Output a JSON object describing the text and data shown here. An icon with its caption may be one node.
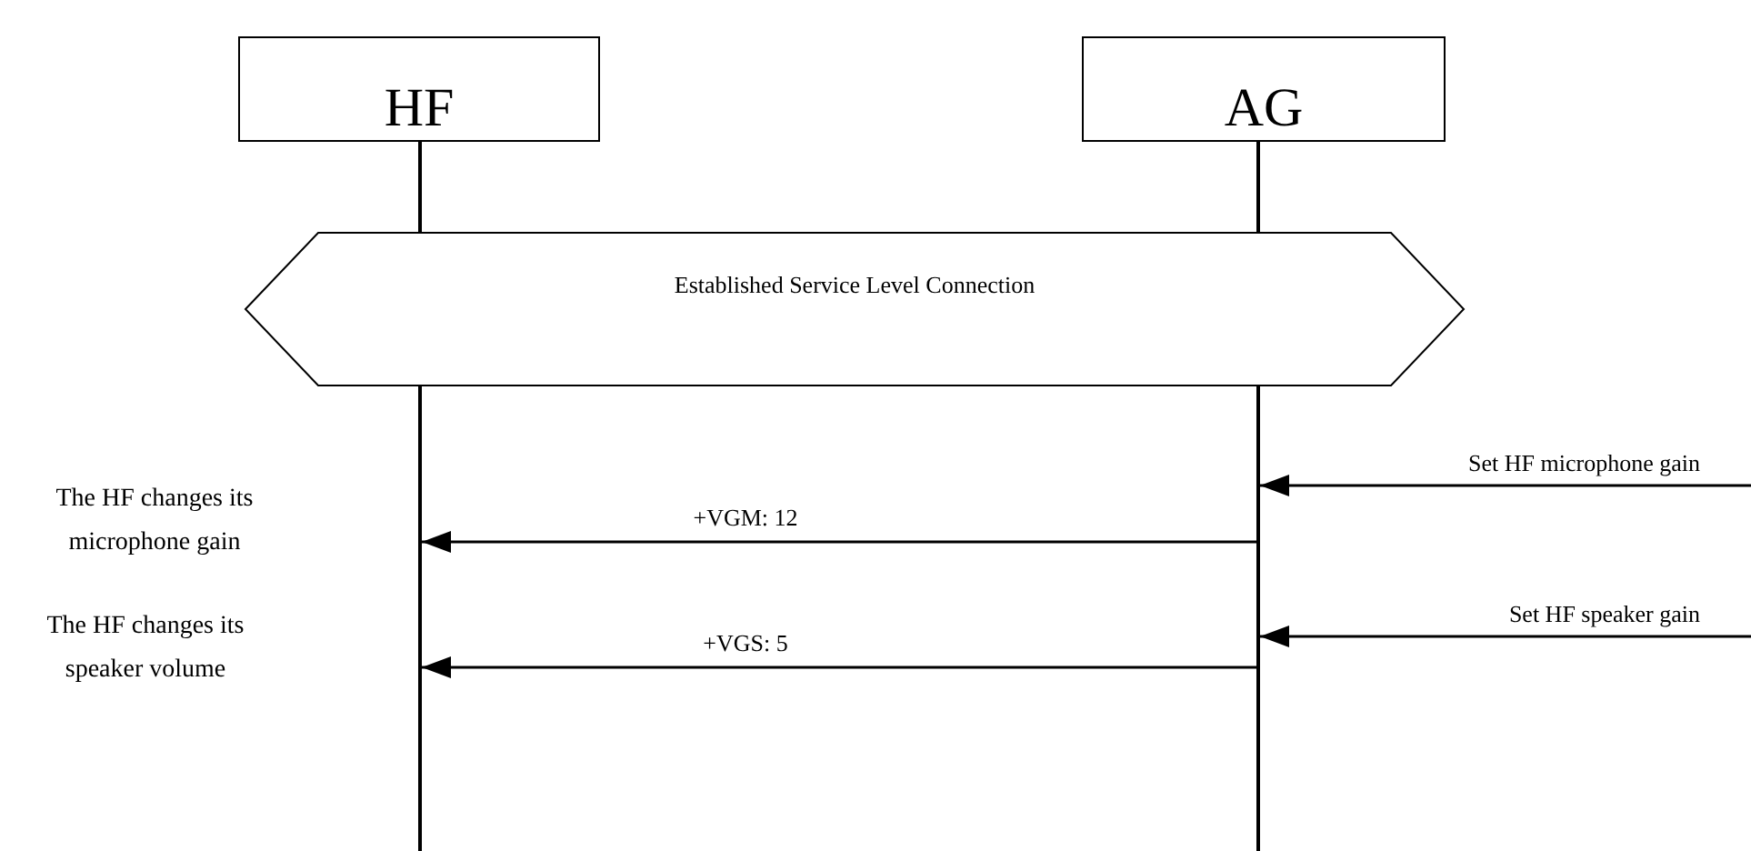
{
  "diagram": {
    "nodes": [
      {
        "text": [
          "HF"
        ]
      },
      {
        "text": [
          "AG"
        ]
      },
      {
        "text": [
          "Established Service Level Connection"
        ]
      },
      {
        "text": [],
        "shape": "bar"
      },
      {
        "text": [],
        "shape": "bar"
      }
    ],
    "edges": [
      {
        "from": null,
        "to": 4,
        "arrow": "to",
        "label": "Set HF microphone gain"
      },
      {
        "from": 4,
        "to": 3,
        "arrow": "to",
        "label": "+VGM: 12"
      },
      {
        "from": null,
        "to": 4,
        "arrow": "to",
        "label": "Set HF speaker gain"
      },
      {
        "from": 4,
        "to": 3,
        "arrow": "to",
        "label": "+VGS: 5"
      }
    ],
    "labels": [
      "The HF changes its microphone gain",
      "The HF changes its speaker volume"
    ]
  }
}
